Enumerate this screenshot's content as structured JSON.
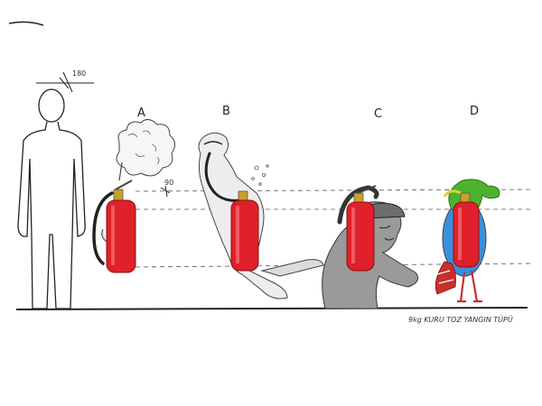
{
  "labels": {
    "a": "A",
    "b": "B",
    "c": "C",
    "d": "D"
  },
  "dimensions": {
    "height": "180",
    "extinguisher_height": "90"
  },
  "caption": "9kg KURU TOZ YANGIN TÜPÜ",
  "colors": {
    "extinguisher_red": "#e0202a",
    "ink": "#222222",
    "grey_figure": "#9a9a9a",
    "brass": "#c9a227",
    "green": "#4db32e",
    "blue": "#3b8fd9",
    "stripe": "#c8302c"
  }
}
